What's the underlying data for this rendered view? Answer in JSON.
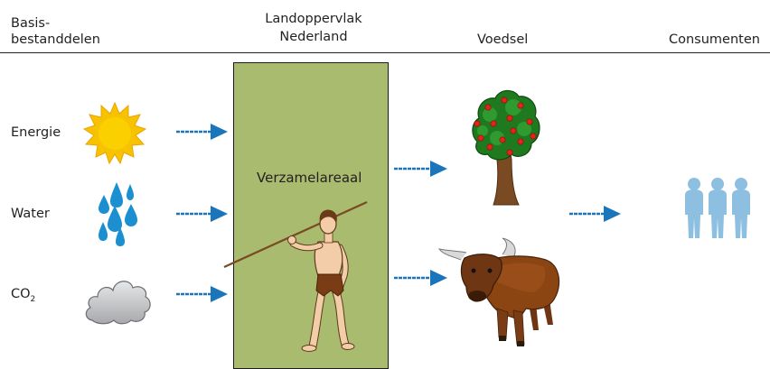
{
  "headers": {
    "basis_line1": "Basis-",
    "basis_line2": "bestanddelen",
    "land_line1": "Landoppervlak",
    "land_line2": "Nederland",
    "voedsel": "Voedsel",
    "consumenten": "Consumenten"
  },
  "inputs": {
    "energie": "Energie",
    "water": "Water",
    "co2_main": "CO",
    "co2_sub": "2"
  },
  "area": {
    "label": "Verzamelareaal",
    "fill_color": "#a9bb6e"
  },
  "icons": [
    "sun-icon",
    "raindrops-icon",
    "cloud-icon",
    "hunter-gatherer-figure",
    "apple-tree-icon",
    "bull-icon",
    "consumers-icon"
  ],
  "colors": {
    "arrow": "#1b75bb",
    "person": "#8dbfe0",
    "sun": "#f7c300",
    "drop": "#1b8fd0"
  }
}
